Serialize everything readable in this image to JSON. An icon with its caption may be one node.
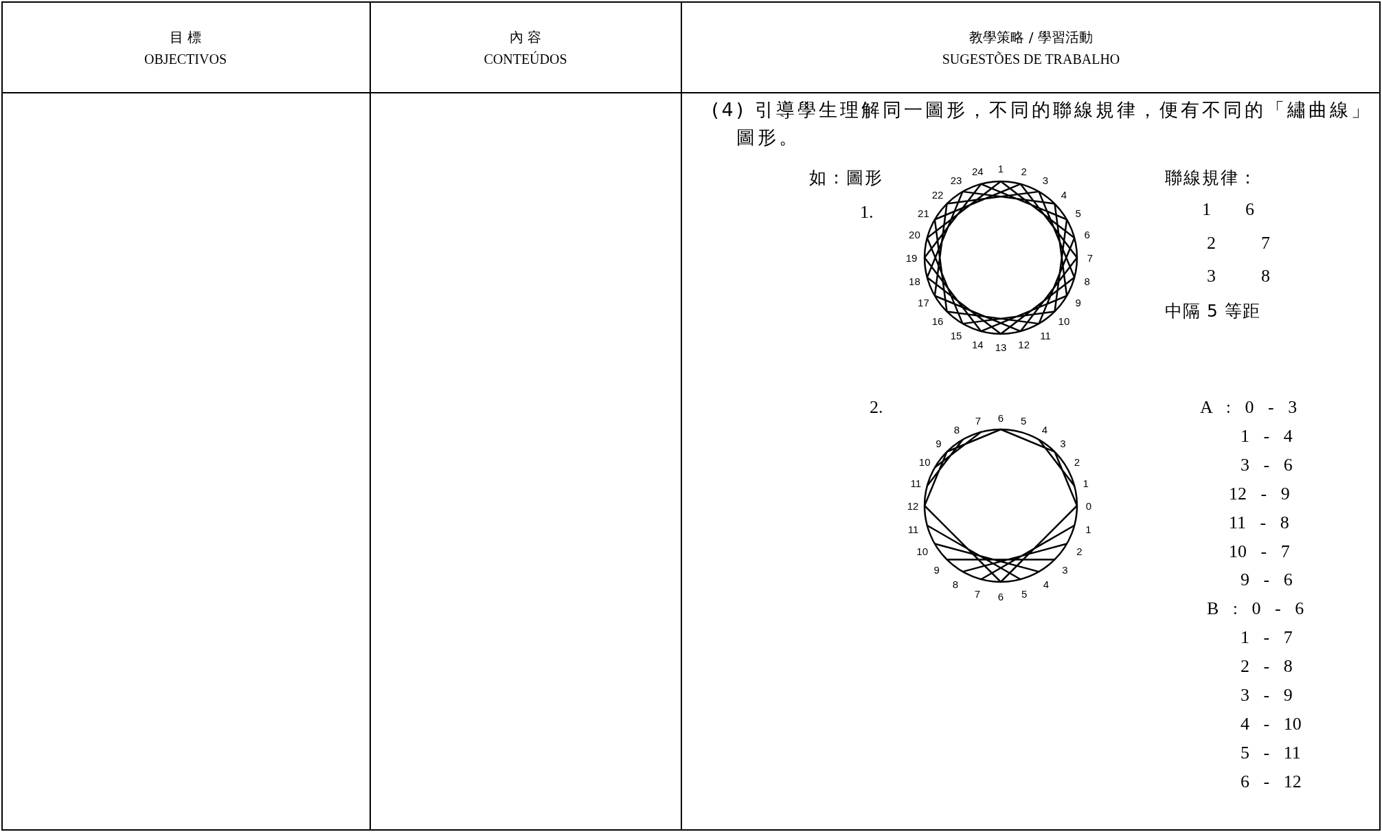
{
  "diagram": {
    "labels": [
      "目 標",
      "OBJECTIVOS",
      "內 容",
      "CONTEÚDOS",
      "教學策略 / 學習活動",
      "SUGESTÕES DE TRABALHO",
      "(4) 引導學生理解同一圖形，不同的聯線規律，便有不同的「繡曲線」圖形。",
      "如：圖形",
      "1.",
      "1",
      "2",
      "3",
      "4",
      "5",
      "6",
      "7",
      "8",
      "9",
      "10",
      "11",
      "12",
      "13",
      "14",
      "15",
      "16",
      "17",
      "18",
      "19",
      "20",
      "21",
      "22",
      "23",
      "24",
      "聯線規律：",
      "1",
      "6",
      "2",
      "7",
      "3",
      "8",
      "中隔 5 等距",
      "2.",
      "0",
      "1",
      "2",
      "3",
      "4",
      "5",
      "6",
      "7",
      "8",
      "9",
      "10",
      "11",
      "12",
      "1",
      "2",
      "3",
      "4",
      "5",
      "6",
      "7",
      "8",
      "9",
      "10",
      "11",
      "A : 0 - 3",
      "1 - 4",
      "3 - 6",
      "12 - 9",
      "11 - 8",
      "10 - 7",
      "9 - 6",
      "B : 0 - 6",
      "1 - 7",
      "2 - 8",
      "3 - 9",
      "4 - 10",
      "5 - 11",
      "6 - 12"
    ]
  }
}
